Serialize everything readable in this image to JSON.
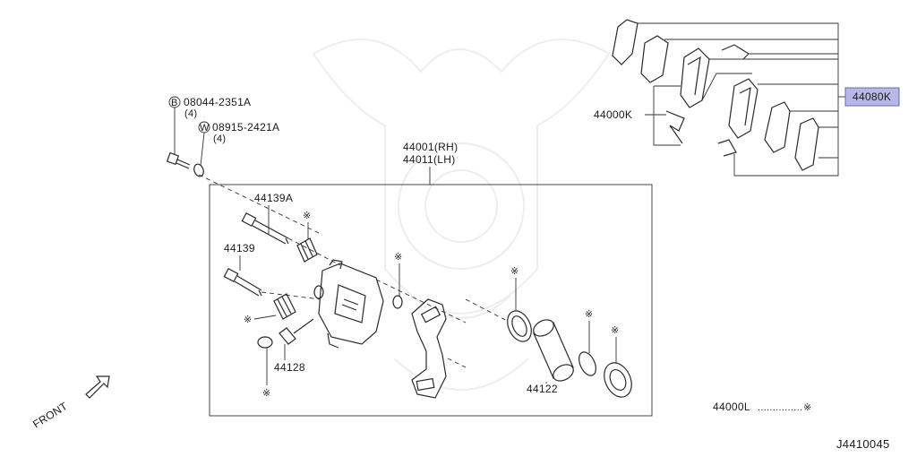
{
  "diagram": {
    "code": "J4410045",
    "front_label": "FRONT",
    "highlight_color": "#b8b8e8",
    "parts": {
      "bolt_b": {
        "prefix": "B",
        "number": "08044-2351A",
        "qty": "(4)"
      },
      "washer_w": {
        "prefix": "W",
        "number": "08915-2421A",
        "qty": "(4)"
      },
      "caliper_rh": "44001(RH)",
      "caliper_lh": "44011(LH)",
      "pin_a": "44139A",
      "pin": "44139",
      "bleeder": "44128",
      "piston": "44122",
      "pad_kit": "44000K",
      "pad_set": "44080K",
      "seal_kit": "44000L",
      "seal_kit_dots": "...............",
      "mark": "※"
    }
  }
}
